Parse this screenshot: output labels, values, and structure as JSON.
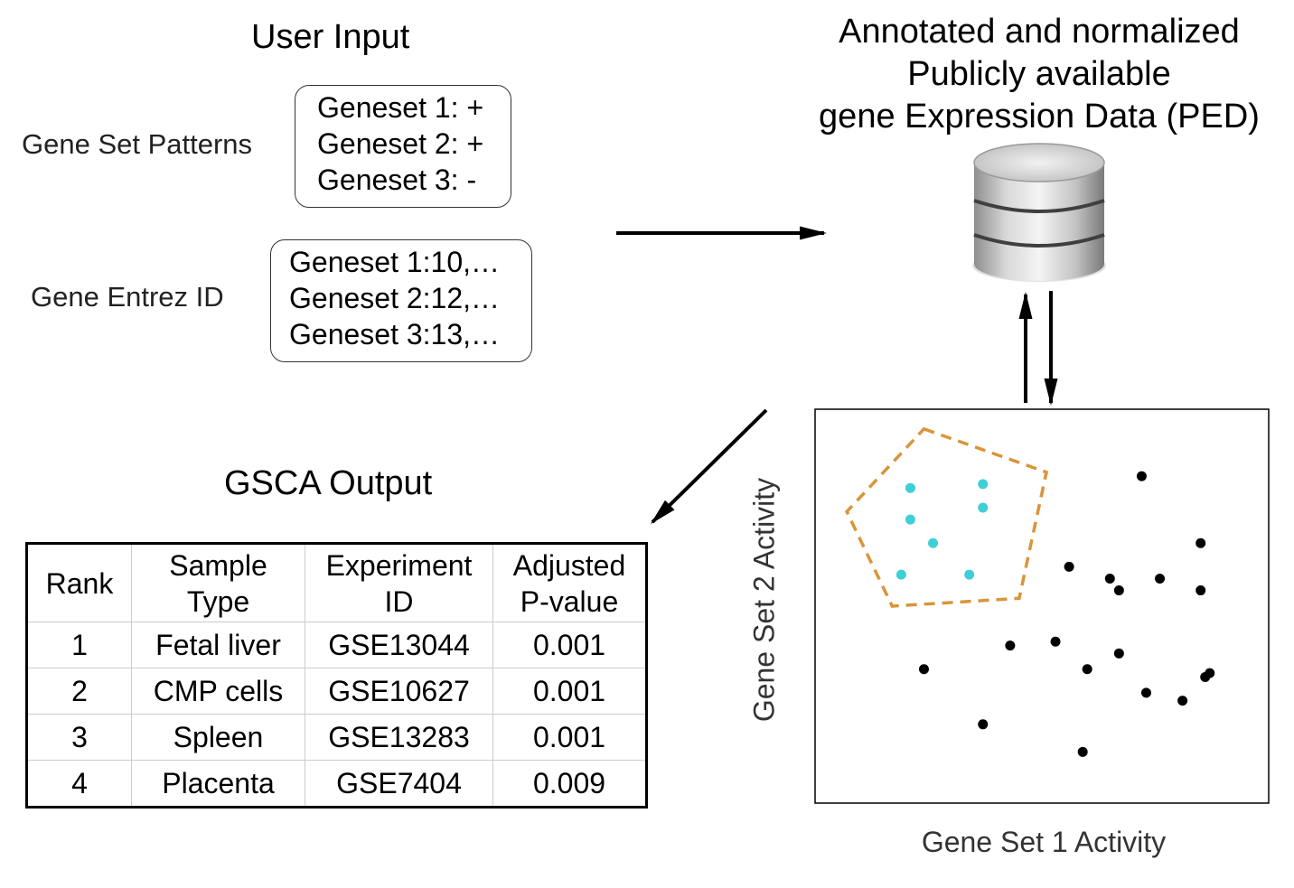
{
  "user_input": {
    "title": "User Input",
    "gene_set_patterns": {
      "label": "Gene Set Patterns",
      "lines": [
        "Geneset 1: +",
        "Geneset 2: +",
        "Geneset 3: -"
      ]
    },
    "gene_entrez_id": {
      "label": "Gene Entrez ID",
      "lines": [
        "Geneset 1:10,…",
        "Geneset 2:12,…",
        "Geneset 3:13,…"
      ]
    }
  },
  "ped": {
    "title_lines": [
      "Annotated and normalized",
      "Publicly available",
      "gene Expression Data (PED)"
    ]
  },
  "output": {
    "title": "GSCA Output",
    "headers": [
      [
        "Rank"
      ],
      [
        "Sample",
        "Type"
      ],
      [
        "Experiment",
        "ID"
      ],
      [
        "Adjusted",
        "P-value"
      ]
    ],
    "rows": [
      [
        "1",
        "Fetal liver",
        "GSE13044",
        "0.001"
      ],
      [
        "2",
        "CMP cells",
        "GSE10627",
        "0.001"
      ],
      [
        "3",
        "Spleen",
        "GSE13283",
        "0.001"
      ],
      [
        "4",
        "Placenta",
        "GSE7404",
        "0.009"
      ]
    ]
  },
  "scatter": {
    "xlabel": "Gene Set 1 Activity",
    "ylabel": "Gene Set 2 Activity",
    "colors": {
      "highlight": "#3ecfd8",
      "other": "#000000",
      "region": "#d9953a"
    }
  },
  "chart_data": {
    "type": "scatter",
    "xlabel": "Gene Set 1 Activity",
    "ylabel": "Gene Set 2 Activity",
    "xlim": [
      0,
      100
    ],
    "ylim": [
      0,
      100
    ],
    "grid": false,
    "series": [
      {
        "color": "#3ecfd8",
        "x": [
          21,
          37,
          21,
          37,
          26,
          19,
          34
        ],
        "y": [
          80,
          81,
          72,
          75,
          66,
          58,
          58
        ]
      },
      {
        "color": "#000000",
        "x": [
          72,
          85,
          56,
          65,
          67,
          76,
          85,
          43,
          53,
          67,
          24,
          60,
          86,
          73,
          81,
          87,
          37,
          59
        ],
        "y": [
          83,
          66,
          60,
          57,
          54,
          57,
          54,
          40,
          41,
          38,
          34,
          34,
          32,
          28,
          26,
          33,
          20,
          13
        ]
      }
    ],
    "region_polygon": [
      [
        24,
        95
      ],
      [
        51,
        84
      ],
      [
        45,
        52
      ],
      [
        17,
        50
      ],
      [
        7,
        74
      ]
    ]
  }
}
